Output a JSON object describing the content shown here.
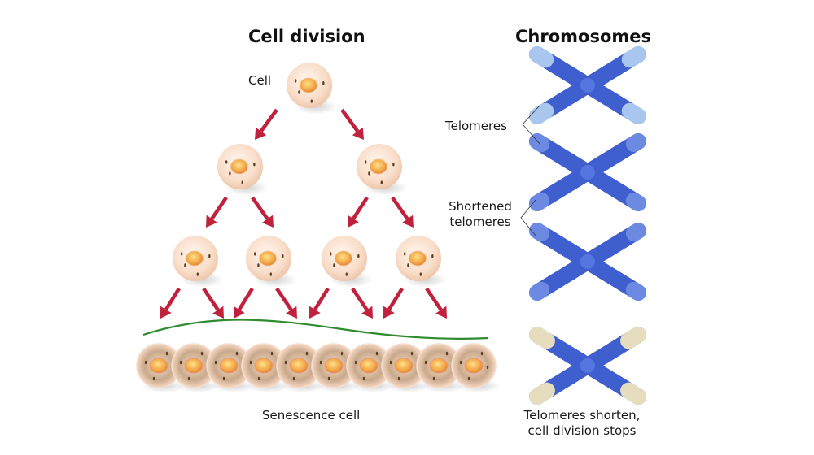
{
  "titles": {
    "cell_division": "Cell division",
    "chromosomes": "Chromosomes"
  },
  "labels": {
    "cell": "Cell",
    "senescence": "Senescence cell",
    "telomeres": "Telomeres",
    "shortened_line1": "Shortened",
    "shortened_line2": "telomeres",
    "stops_line1": "Telomeres shorten,",
    "stops_line2": "cell division stops"
  },
  "colors": {
    "arrow": "#c0213d",
    "chromosome": "#3f5fcf",
    "telomere_normal": "#a9c6ee",
    "telomere_short": "#e6ddbf",
    "curve": "#2e8b2e",
    "cytoplasm": "#f8dcc8",
    "nucleus": "#f2a545"
  },
  "diagram": {
    "generations": [
      1,
      2,
      4
    ],
    "senescent_cell_count": 10,
    "chromosome_stages": [
      "normal telomeres",
      "shortened telomeres",
      "shortened telomeres",
      "telomeres shortened, division stops"
    ]
  }
}
